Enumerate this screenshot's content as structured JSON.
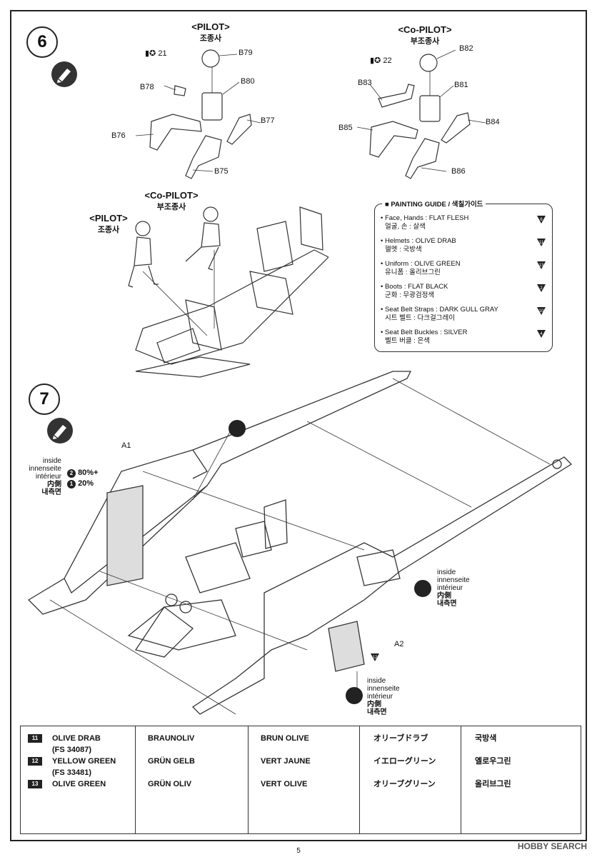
{
  "page": {
    "number": "5"
  },
  "step6": {
    "number": "6",
    "pilot_header": "<PILOT>",
    "pilot_header_ko": "조종사",
    "copilot_header": "<Co-PILOT>",
    "copilot_header_ko": "부조종사",
    "pilot_decal": "21",
    "copilot_decal": "22",
    "pilot_parts": [
      "B79",
      "B80",
      "B78",
      "B77",
      "B76",
      "B75"
    ],
    "copilot_parts": [
      "B82",
      "B81",
      "B83",
      "B84",
      "B85",
      "B86"
    ],
    "seat_copilot_label": "<Co-PILOT>",
    "seat_copilot_label_ko": "부조종사",
    "seat_pilot_label": "<PILOT>",
    "seat_pilot_label_ko": "조종사"
  },
  "painting_guide": {
    "title": "PAINTING GUIDE / 색칠가이드",
    "items": [
      {
        "en": "Face, Hands : FLAT FLESH",
        "ko": "얼굴, 손          :  살색",
        "num": "6"
      },
      {
        "en": "Helmets : OLIVE DRAB",
        "ko": "헬멧       :  국방색",
        "num": "11"
      },
      {
        "en": "Uniform : OLIVE GREEN",
        "ko": "유니폼     :  올리브그린",
        "num": "13"
      },
      {
        "en": "Boots : FLAT BLACK",
        "ko": "군화       :  무광검정색",
        "num": "2"
      },
      {
        "en": "Seat Belt Straps : DARK GULL GRAY",
        "ko": "시트 벨트             :  다크걸그레이",
        "num": "10"
      },
      {
        "en": "Seat Belt Buckles : SILVER",
        "ko": "벨트 버클             :  은색",
        "num": "4"
      }
    ]
  },
  "step7": {
    "number": "7",
    "part_a1": "A1",
    "part_a2": "A2",
    "inside_left": {
      "l1": "inside",
      "l2": "innenseite",
      "l3": "intérieur",
      "l4": "内側",
      "l5": "내측면"
    },
    "mix": [
      {
        "num": "2",
        "pct": "80%+"
      },
      {
        "num": "1",
        "pct": "20%"
      }
    ],
    "inside_right": {
      "l1": "inside",
      "l2": "innenseite",
      "l3": "intérieur",
      "l4": "内側",
      "l5": "내측면"
    },
    "inside_bottom": {
      "l1": "inside",
      "l2": "innenseite",
      "l3": "intérieur",
      "l4": "内側",
      "l5": "내측면"
    },
    "callout_num": "12"
  },
  "legend": {
    "rows": [
      {
        "num": "11",
        "en": "OLIVE DRAB",
        "fs": "(FS 34087)",
        "de": "BRAUNOLIV",
        "fr": "BRUN OLIVE",
        "ja": "オリーブドラブ",
        "ko": "국방색"
      },
      {
        "num": "12",
        "en": "YELLOW GREEN",
        "fs": "(FS 33481)",
        "de": "GRÜN GELB",
        "fr": "VERT JAUNE",
        "ja": "イエローグリーン",
        "ko": "옐로우그린"
      },
      {
        "num": "13",
        "en": "OLIVE GREEN",
        "fs": "",
        "de": "GRÜN OLIV",
        "fr": "VERT OLIVE",
        "ja": "オリーブグリーン",
        "ko": "올리브그린"
      }
    ]
  },
  "watermark": "HOBBY SEARCH"
}
